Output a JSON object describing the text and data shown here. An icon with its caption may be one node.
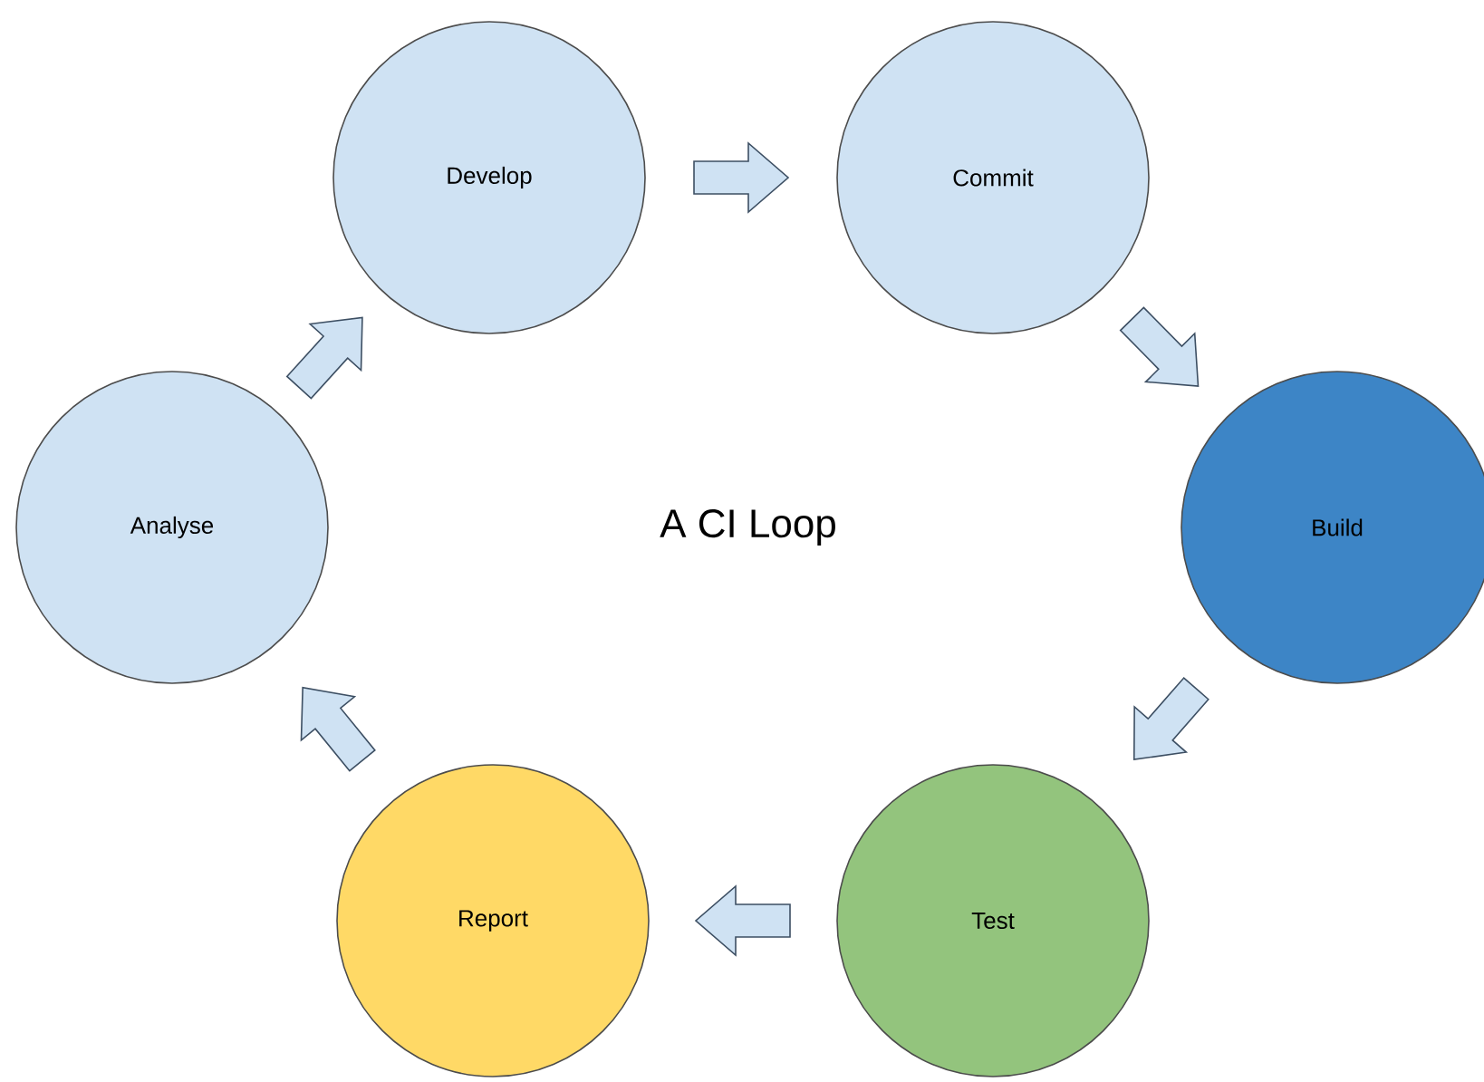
{
  "diagram": {
    "title": "A CI Loop",
    "nodes": [
      {
        "text": [
          "Develop"
        ]
      },
      {
        "text": [
          "Commit"
        ]
      },
      {
        "text": [
          "Build"
        ]
      },
      {
        "text": [
          "Test"
        ]
      },
      {
        "text": [
          "Report"
        ]
      },
      {
        "text": [
          "Analyse"
        ]
      }
    ],
    "edges": [
      {
        "from": 0,
        "to": 1,
        "arrow": "to"
      },
      {
        "from": 1,
        "to": 2,
        "arrow": "to"
      },
      {
        "from": 2,
        "to": 3,
        "arrow": "to"
      },
      {
        "from": 3,
        "to": 4,
        "arrow": "to"
      },
      {
        "from": 4,
        "to": 5,
        "arrow": "to"
      },
      {
        "from": 5,
        "to": 0,
        "arrow": "to"
      }
    ]
  }
}
